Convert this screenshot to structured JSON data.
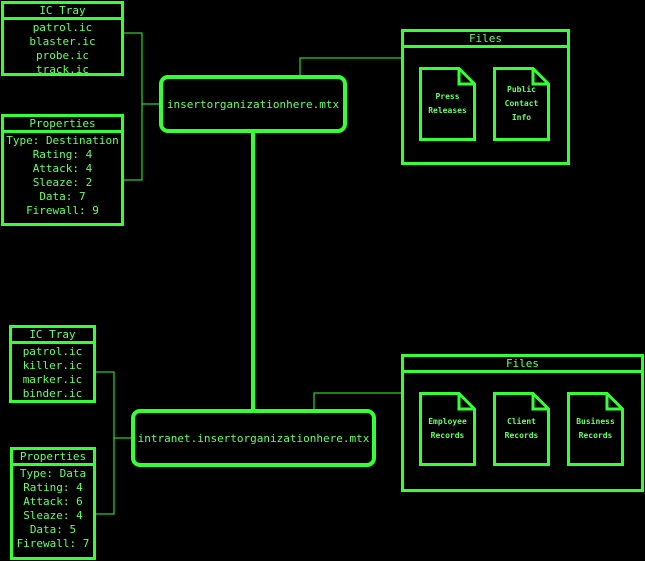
{
  "colors": {
    "accent": "#33ff33",
    "background": "#000000"
  },
  "top": {
    "ic_tray": {
      "title": "IC Tray",
      "items": [
        "patrol.ic",
        "blaster.ic",
        "probe.ic",
        "track.ic"
      ]
    },
    "properties": {
      "title": "Properties",
      "items": [
        "Type: Destination",
        "Rating: 4",
        "Attack: 4",
        "Sleaze: 2",
        "Data: 7",
        "Firewall: 9"
      ]
    },
    "node": "insertorganizationhere.mtx",
    "files": {
      "title": "Files",
      "docs": [
        [
          "Press",
          "Releases"
        ],
        [
          "Public",
          "Contact",
          "Info"
        ]
      ]
    }
  },
  "bottom": {
    "ic_tray": {
      "title": "IC Tray",
      "items": [
        "patrol.ic",
        "killer.ic",
        "marker.ic",
        "binder.ic"
      ]
    },
    "properties": {
      "title": "Properties",
      "items": [
        "Type: Data",
        "Rating: 4",
        "Attack: 6",
        "Sleaze: 4",
        "Data: 5",
        "Firewall: 7"
      ]
    },
    "node": "intranet.insertorganizationhere.mtx",
    "files": {
      "title": "Files",
      "docs": [
        [
          "Employee",
          "Records"
        ],
        [
          "Client",
          "Records"
        ],
        [
          "Business",
          "Records"
        ]
      ]
    }
  }
}
